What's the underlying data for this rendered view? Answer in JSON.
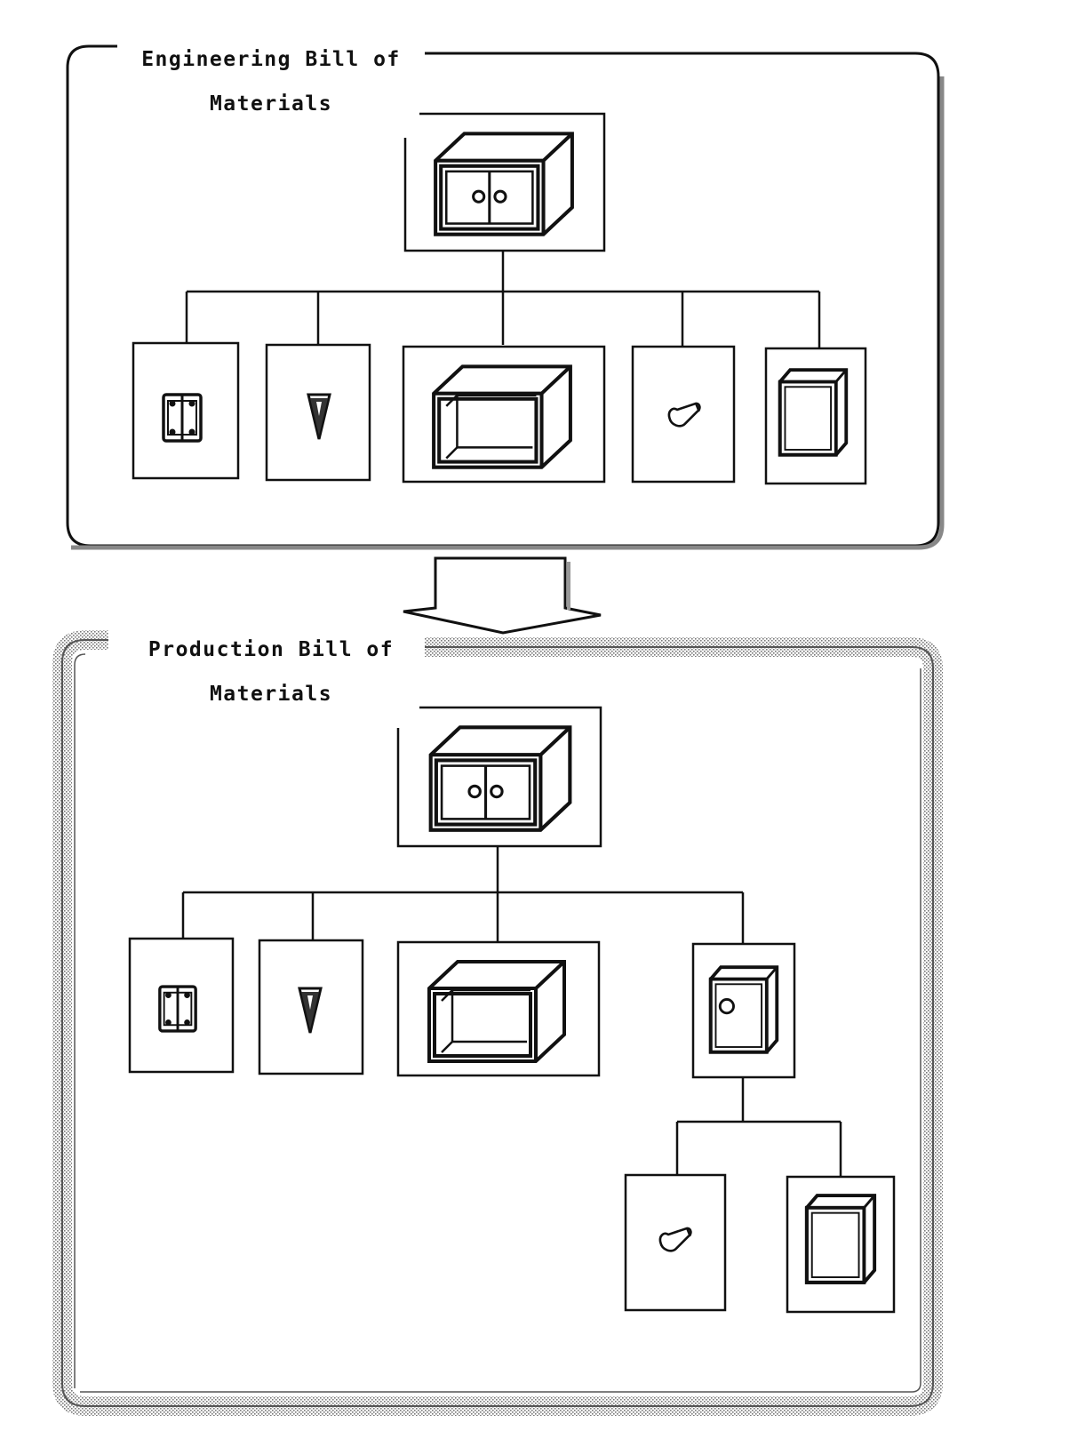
{
  "engineering": {
    "title_line1": "Engineering Bill of",
    "title_line2": "Materials"
  },
  "production": {
    "title_line1": "Production Bill of",
    "title_line2": "Materials"
  },
  "components": [
    "cabinet-assembly",
    "hinge",
    "screw",
    "cabinet-body",
    "knob",
    "door-panel",
    "door-assembly"
  ],
  "colors": {
    "line": "#111111",
    "shadow": "#9a9a9a"
  }
}
